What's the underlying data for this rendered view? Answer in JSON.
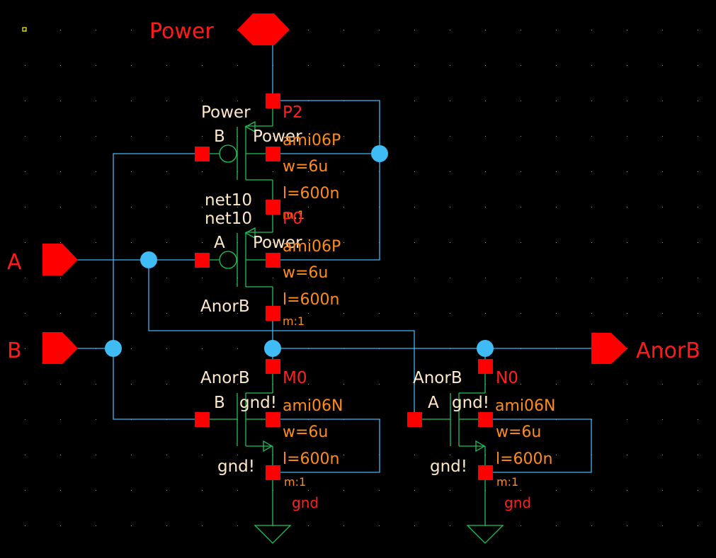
{
  "schematic": {
    "background": "#000000",
    "colors": {
      "wire": "#3fb6f2",
      "device": "#1fc25a",
      "pin": "#ff0000",
      "terminal_label": "#ffe8c8",
      "instance_label": "#ff2020",
      "parameter_label": "#ff8c1a"
    },
    "io_pins": {
      "power": {
        "name": "Power",
        "type": "inputOutput"
      },
      "a": {
        "name": "A",
        "type": "input"
      },
      "b": {
        "name": "B",
        "type": "input"
      },
      "out": {
        "name": "AnorB",
        "type": "output"
      }
    },
    "transistors": [
      {
        "instance": "P2",
        "model": "ami06P",
        "w": "w=6u",
        "l": "l=600n",
        "m": "m:1",
        "gate_net": "B",
        "source_net": "Power",
        "bulk_net": "Power",
        "drain_net": "net10"
      },
      {
        "instance": "P0",
        "model": "ami06P",
        "w": "w=6u",
        "l": "l=600n",
        "m": "m:1",
        "gate_net": "A",
        "source_net": "net10",
        "bulk_net": "Power",
        "drain_net": "AnorB"
      },
      {
        "instance": "M0",
        "model": "ami06N",
        "w": "w=6u",
        "l": "l=600n",
        "m": "m:1",
        "gate_net": "B",
        "drain_net": "AnorB",
        "bulk_net": "gnd!",
        "source_net": "gnd!"
      },
      {
        "instance": "N0",
        "model": "ami06N",
        "w": "w=6u",
        "l": "l=600n",
        "m": "m:1",
        "gate_net": "A",
        "drain_net": "AnorB",
        "bulk_net": "gnd!",
        "source_net": "gnd!"
      }
    ],
    "ground_symbols": [
      {
        "label": "gnd"
      },
      {
        "label": "gnd"
      }
    ]
  }
}
